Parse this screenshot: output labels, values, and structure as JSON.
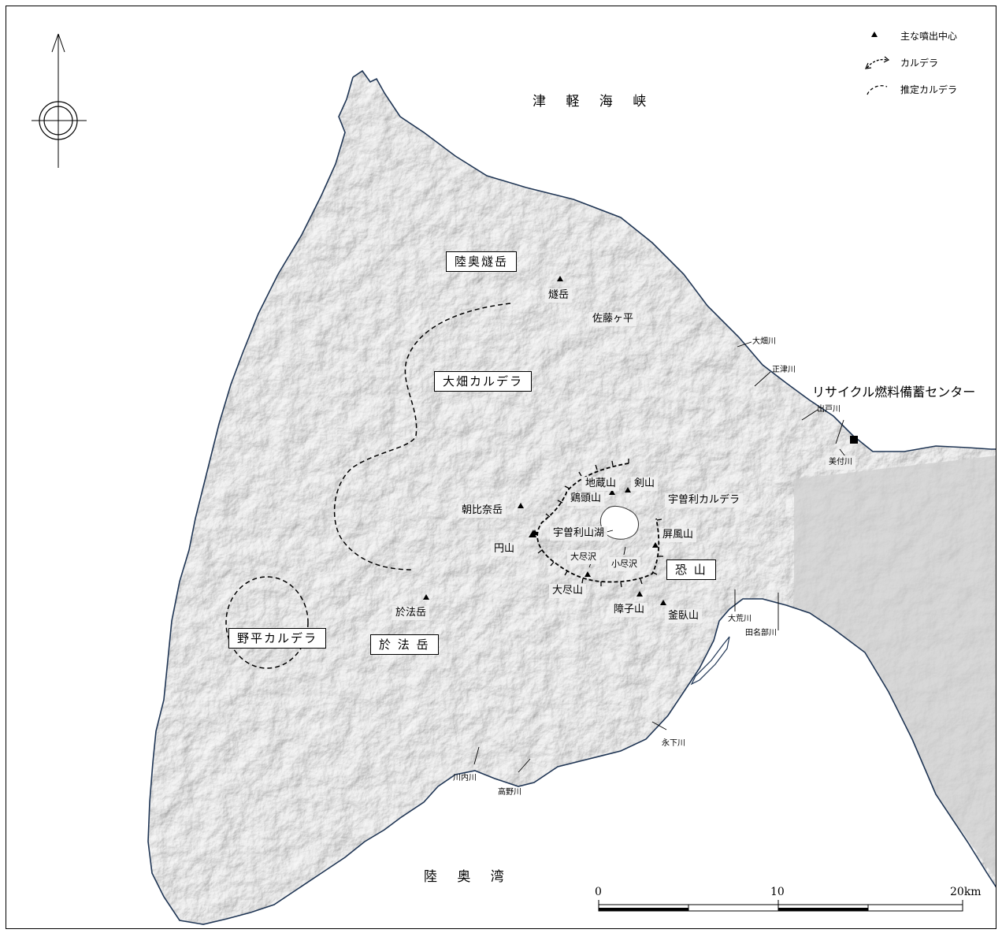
{
  "sea_labels": {
    "tsugaru": "津 軽 海 峡",
    "mutsu_bay": "陸 奥 湾"
  },
  "legend": {
    "vent": "主な噴出中心",
    "caldera": "カルデラ",
    "inferred_caldera": "推定カルデラ"
  },
  "volcano_titles": {
    "hiuchidake_volcano": "陸奥燧岳",
    "ohata_caldera": "大畑カルデラ",
    "nohei_caldera": "野平カルデラ",
    "oppodake_volcano": "於 法 岳",
    "osorezan": "恐 山"
  },
  "peaks": {
    "hiuchidake": "燧岳",
    "satogatai": "佐藤ヶ平",
    "jizosan": "地蔵山",
    "tsurugiyama": "剣山",
    "keitozan": "鶏頭山",
    "usori_caldera": "宇曽利カルデラ",
    "asahinadake": "朝比奈岳",
    "byobuzan": "屏風山",
    "usoriyama_lake": "宇曽利山湖",
    "maruyama": "円山",
    "otsukushizawa": "大尽沢",
    "kotsukushizawa": "小尽沢",
    "otsukushiyama": "大尽山",
    "oppodake": "於法岳",
    "shojiyama": "障子山",
    "kamafuseyama": "釜臥山"
  },
  "rivers": {
    "ohata": "大畑川",
    "shozu": "正津川",
    "dedo": "出戸川",
    "mitsuke": "美付川",
    "oara": "大荒川",
    "tanabe": "田名部川",
    "eige": "永下川",
    "kawauchi": "川内川",
    "takano": "高野川"
  },
  "facility": "リサイクル燃料備蓄センター",
  "scale": {
    "start": "0",
    "mid": "10",
    "end": "20km"
  },
  "colors": {
    "land": "#c6c6c6",
    "land_shadow": "#8a8a8a",
    "coast": "#1f3554"
  }
}
